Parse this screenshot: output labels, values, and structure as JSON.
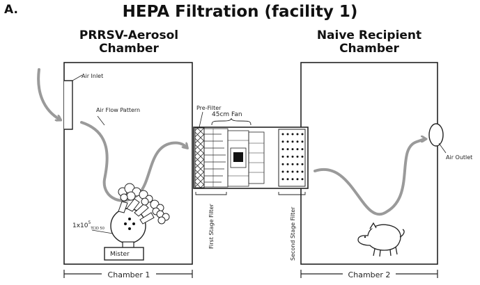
{
  "panel_label": "A.",
  "title": "HEPA Filtration (facility 1)",
  "chamber1": {
    "title_line1": "PRRSV-Aerosol",
    "title_line2": "Chamber",
    "air_inlet": "Air Inlet",
    "air_flow_pattern": "Air Flow Pattern",
    "dose_base": "1x10",
    "dose_exp": "5",
    "dose_sub": "TCID 50",
    "mister": "Mister",
    "bottom_label": "Chamber 1"
  },
  "filter_unit": {
    "pre_filter": "Pre-Filter",
    "fan": "45cm Fan",
    "first_stage": "First Stage Filter",
    "second_stage": "Second Stage Filter"
  },
  "chamber2": {
    "title_line1": "Naive Recipient",
    "title_line2": "Chamber",
    "air_outlet": "Air Outlet",
    "bottom_label": "Chamber 2"
  },
  "colors": {
    "airflow": "#9a9a9a",
    "line": "#222222"
  }
}
